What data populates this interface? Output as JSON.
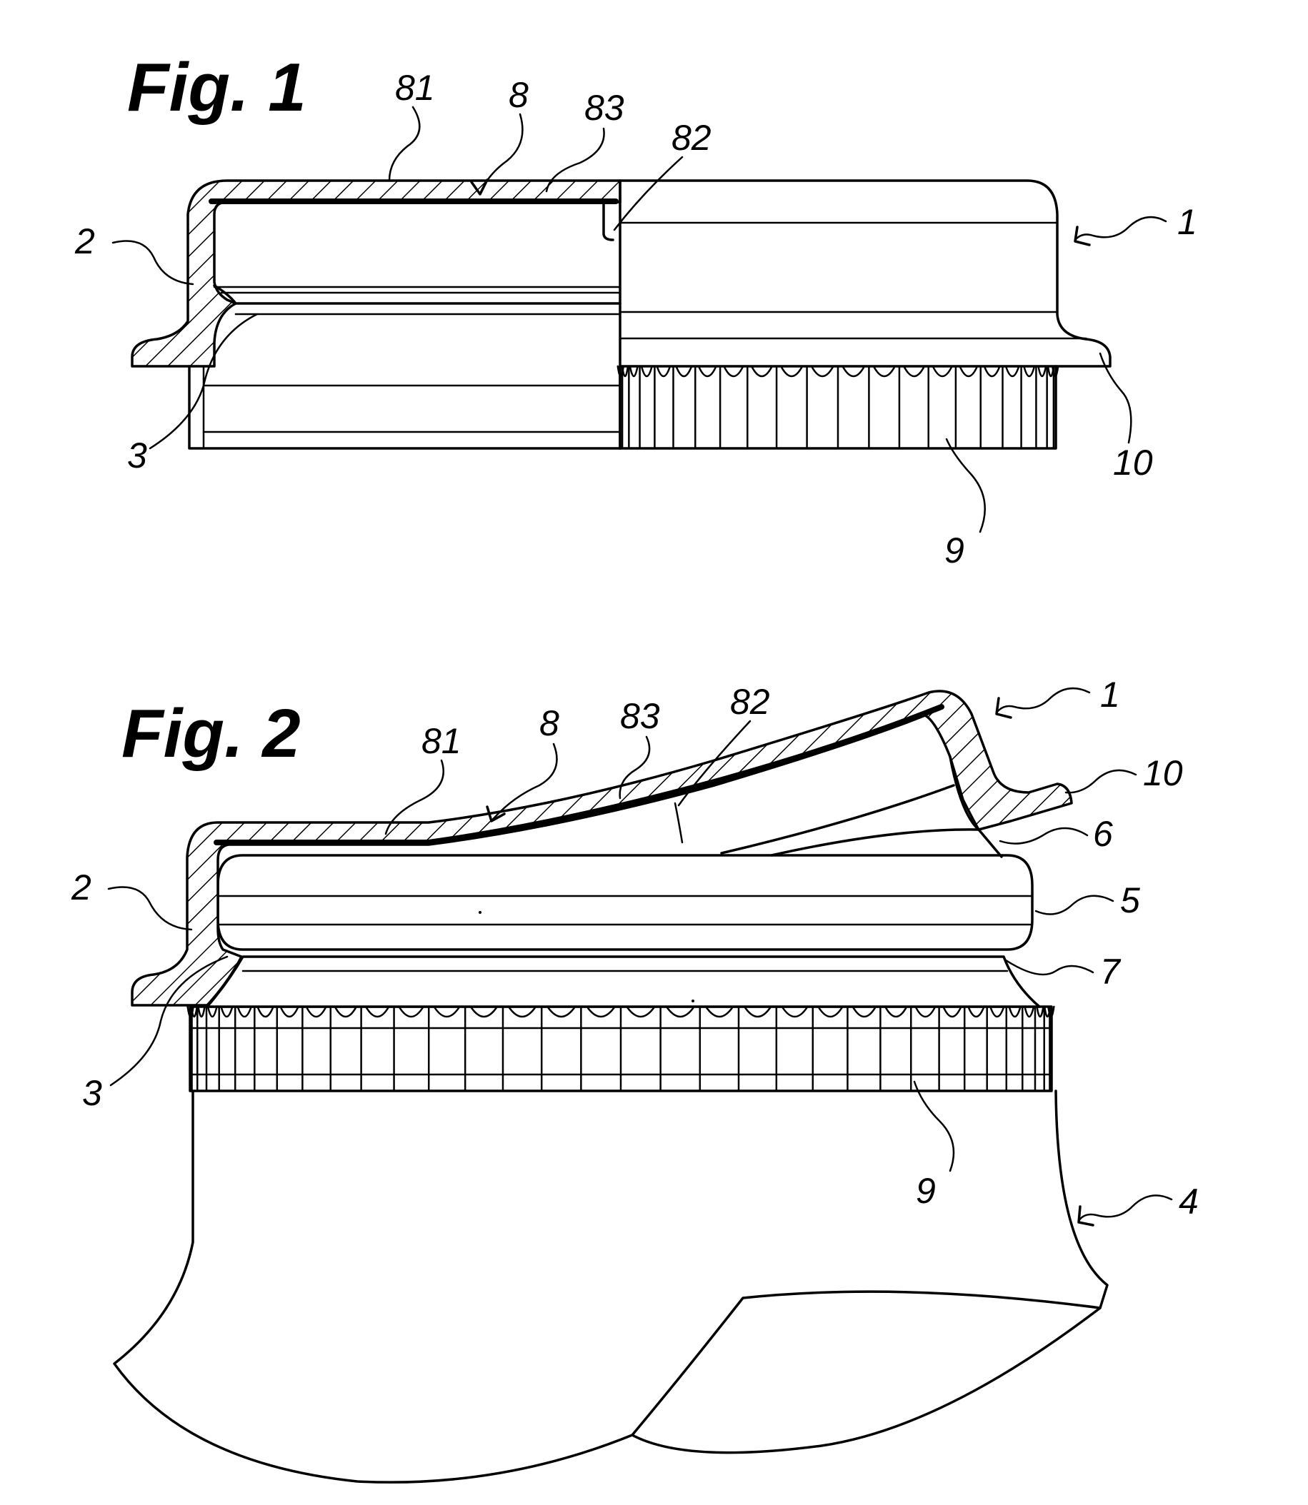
{
  "figures": [
    {
      "title": "Fig. 1",
      "labels": [
        "81",
        "8",
        "83",
        "82",
        "2",
        "1",
        "3",
        "10",
        "9"
      ]
    },
    {
      "title": "Fig. 2",
      "labels": [
        "81",
        "8",
        "83",
        "82",
        "1",
        "10",
        "6",
        "2",
        "5",
        "7",
        "3",
        "9",
        "4"
      ]
    }
  ],
  "colors": {
    "ink": "#000000",
    "paper": "#ffffff"
  }
}
